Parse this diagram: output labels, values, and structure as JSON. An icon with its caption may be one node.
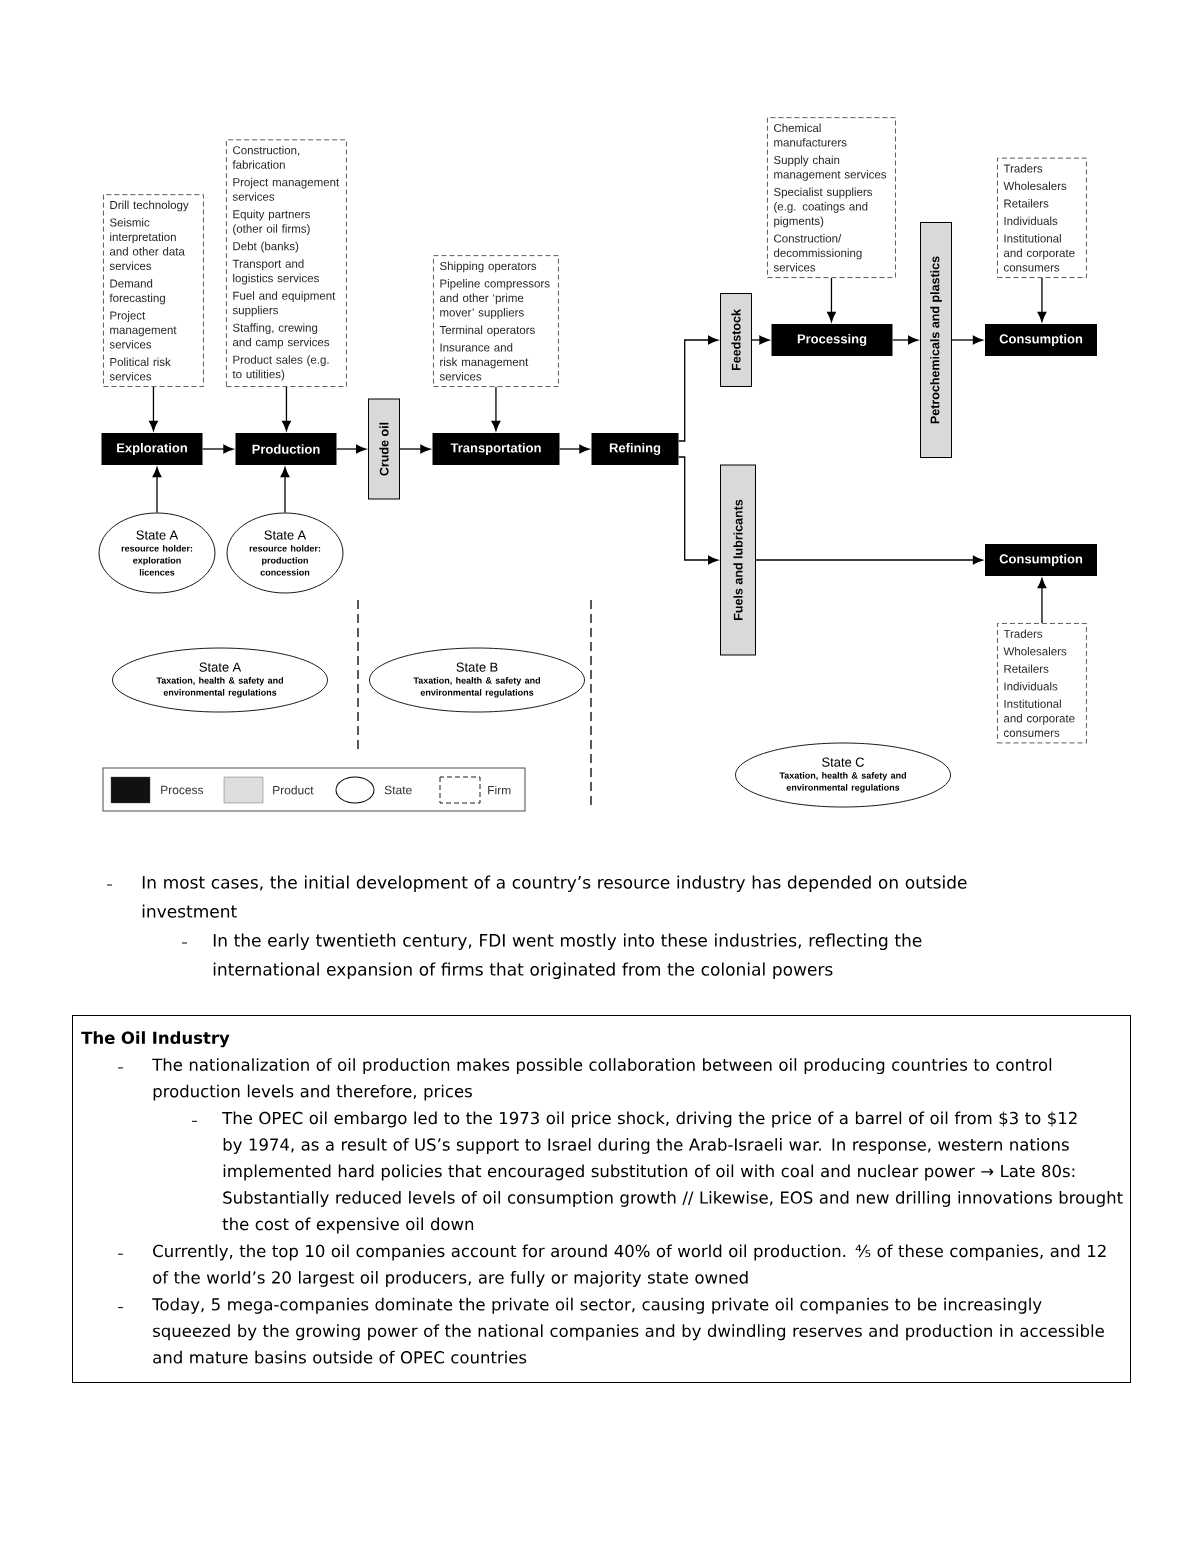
{
  "diagram": {
    "nodes": [
      {
        "text": [
          "Drill technology",
          "Seismic interpretation and other data services",
          "Demand forecasting",
          "Project management services",
          "Political risk services"
        ]
      },
      {
        "text": [
          "Construction, fabrication",
          "Project management services",
          "Equity partners (other oil firms)",
          "Debt (banks)",
          "Transport and logistics services",
          "Fuel and equipment suppliers",
          "Staffing, crewing and camp services",
          "Product sales (e.g. to utilities)"
        ]
      },
      {
        "text": [
          "Shipping operators",
          "Pipeline compressors and other ‘prime mover’ suppliers",
          "Terminal operators",
          "Insurance and risk management services"
        ]
      },
      {
        "text": [
          "Chemical manufacturers",
          "Supply chain management services",
          "Specialist suppliers (e.g. coatings and pigments)",
          "Construction/ decommissioning services"
        ]
      },
      {
        "text": [
          "Traders",
          "Wholesalers",
          "Retailers",
          "Individuals",
          "Institutional and corporate consumers"
        ]
      },
      {
        "text": [
          "Exploration"
        ]
      },
      {
        "text": [
          "Production"
        ]
      },
      {
        "text": [
          "Crude oil"
        ]
      },
      {
        "text": [
          "Transportation"
        ]
      },
      {
        "text": [
          "Refining"
        ]
      },
      {
        "text": [
          "Feedstock"
        ]
      },
      {
        "text": [
          "Processing"
        ]
      },
      {
        "text": [
          "Petrochemicals and plastics"
        ]
      },
      {
        "text": [
          "Consumption"
        ]
      },
      {
        "text": [
          "Fuels and lubricants"
        ]
      },
      {
        "text": [
          "Consumption"
        ]
      },
      {
        "text": [
          "Traders",
          "Wholesalers",
          "Retailers",
          "Individuals",
          "Institutional and corporate consumers"
        ]
      },
      {
        "text": [
          "State A",
          "resource holder: exploration licences"
        ]
      },
      {
        "text": [
          "State A",
          "resource holder: production concession"
        ]
      },
      {
        "text": [
          "State A",
          "Taxation, health & safety and environmental regulations"
        ]
      },
      {
        "text": [
          "State B",
          "Taxation, health & safety and environmental regulations"
        ]
      },
      {
        "text": [
          "State C",
          "Taxation, health & safety and environmental regulations"
        ]
      },
      {
        "text": [
          "The Oil Industry",
          "The nationalization of oil production makes possible collaboration between oil producing countries to control production levels and therefore, prices",
          "The OPEC oil embargo led to the 1973 oil price shock, driving the price of a barrel of oil from $3 to $12 by 1974, as a result of US’s support to Israel during the Arab-Israeli war.  In response, western nations implemented hard policies that encouraged substitution of oil with coal and nuclear power → Late 80s: Substantially reduced levels of oil consumption growth // Likewise, EOS and new drilling innovations brought the cost of expensive oil down",
          "Currently, the top 10 oil companies account for around 40% of world oil production.  ⅘ of these companies, and 12 of the world’s 20 largest oil producers, are fully or majority state owned",
          "Today, 5 mega-companies dominate the private oil sector, causing private oil companies to be increasingly squeezed by the growing power of the national companies and by dwindling reserves and production in accessible and mature basins outside of OPEC countries"
        ]
      }
    ],
    "edges": [
      {
        "from": 0,
        "to": 5,
        "arrow": "to"
      },
      {
        "from": 17,
        "to": 5,
        "arrow": "to"
      },
      {
        "from": 1,
        "to": 6,
        "arrow": "to"
      },
      {
        "from": 18,
        "to": 6,
        "arrow": "to"
      },
      {
        "from": 5,
        "to": 6,
        "arrow": "to"
      },
      {
        "from": 6,
        "to": 7,
        "arrow": "to"
      },
      {
        "from": 7,
        "to": 8,
        "arrow": "to"
      },
      {
        "from": 2,
        "to": 8,
        "arrow": "to"
      },
      {
        "from": 8,
        "to": 9,
        "arrow": "to"
      },
      {
        "from": 9,
        "to": 10,
        "arrow": "to"
      },
      {
        "from": 9,
        "to": 14,
        "arrow": "to"
      },
      {
        "from": 10,
        "to": 11,
        "arrow": "to"
      },
      {
        "from": 3,
        "to": 11,
        "arrow": "to"
      },
      {
        "from": 11,
        "to": 12,
        "arrow": "to"
      },
      {
        "from": 12,
        "to": 13,
        "arrow": "to"
      },
      {
        "from": 4,
        "to": 13,
        "arrow": "to"
      },
      {
        "from": 14,
        "to": 15,
        "arrow": "to"
      },
      {
        "from": 16,
        "to": 15,
        "arrow": "to"
      }
    ],
    "labels": [
      "In most cases, the initial development of a country’s resource industry has depended on outside investment",
      "In the early twentieth century, FDI went mostly into these industries, reflecting the international expansion of firms that originated from the colonial powers"
    ],
    "legend": [
      {
        "text": "Process",
        "color": "#111111"
      },
      {
        "text": "Product",
        "color": "#dddddd"
      },
      {
        "text": "State"
      },
      {
        "text": "Firm"
      }
    ]
  }
}
